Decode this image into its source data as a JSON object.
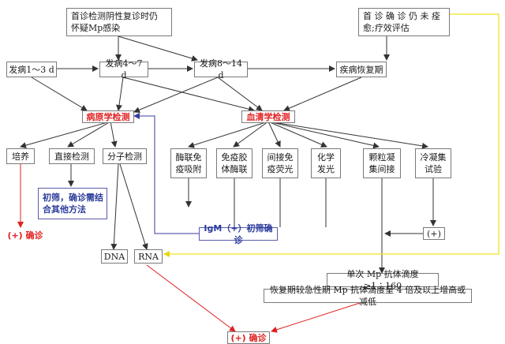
{
  "nodes": {
    "recheck": "首诊检测阴性复诊时仍\n怀疑Mp感染",
    "uncured": "首 诊 确 诊 仍 未 痊\n愈;疗效评估",
    "onset_1_3": "发病1～3 d",
    "onset_4_7": "发病4～7 d",
    "onset_8_14": "发病8～14 d",
    "recovery": "疾病恢复期",
    "pathogen": "病原学检测",
    "serology": "血清学检测",
    "culture": "培养",
    "direct": "直接检测",
    "molecular": "分子检测",
    "eia": "酶联免\n疫吸附",
    "icea": "免疫胶\n体酶联",
    "ifa": "间接免\n疫荧光",
    "chemi": "化学\n发光",
    "pa": "颗粒凝\n集间接",
    "cold": "冷凝集\n试验",
    "screen": "初筛，确诊需结\n合其他方法",
    "culture_pos": "(+) 确诊",
    "igm": "IgM（+）初筛确诊",
    "dna": "DNA",
    "rna": "RNA",
    "plus": "(+)",
    "titer_single": "单次 Mp 抗体滴度≥1∶160",
    "titer_change": "恢复期较急性期 Mp 抗体滴度呈 4 倍及以上增高或减低",
    "final_pos": "(+) 确诊"
  },
  "colors": {
    "red": "#e02020",
    "blue": "#2a3a9a",
    "yellow": "#f2e41c",
    "line": "#333333"
  }
}
